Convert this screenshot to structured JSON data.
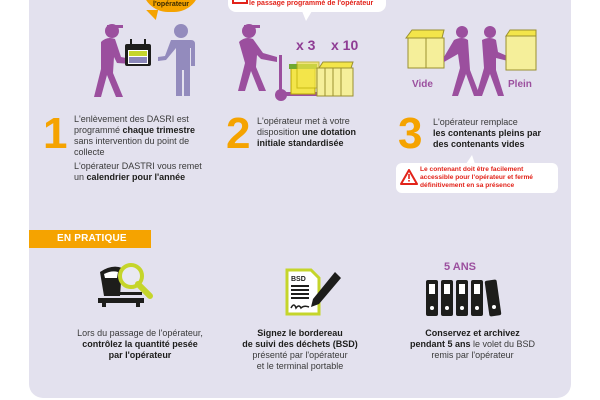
{
  "top_callouts": {
    "left_bubble": "l'opérateur",
    "right_bubble": "le passage programmé de l'opérateur"
  },
  "steps": [
    {
      "number": "1",
      "text_1a": "L'enlèvement des DASRI est",
      "text_1b": "programmé ",
      "text_1b_bold": "chaque trimestre",
      "text_1c": "sans intervention du point de",
      "text_1d": "collecte",
      "text_2a": "L'opérateur DASTRI vous remet",
      "text_2b": "un ",
      "text_2b_bold": "calendrier pour l'année"
    },
    {
      "number": "2",
      "text_a": "L'opérateur met à votre",
      "text_b": "disposition ",
      "text_b_bold": "une dotation",
      "text_c_bold": "initiale standardisée",
      "qty_small": "x 3",
      "qty_large": "x 10"
    },
    {
      "number": "3",
      "text_a": "L'opérateur remplace",
      "text_b_bold": "les contenants pleins par",
      "text_c_bold": "des contenants vides",
      "label_empty": "Vide",
      "label_full": "Plein",
      "warning_1": "Le contenant doit être facilement",
      "warning_2": "accessible pour l'opérateur et fermé",
      "warning_3": "définitivement en sa présence"
    }
  ],
  "practice": {
    "banner": "EN PRATIQUE",
    "items": [
      {
        "icon": "scale-magnifier-icon",
        "line1": "Lors du passage de l'opérateur,",
        "line2_bold": "contrôlez la quantité pesée",
        "line3_bold": "par l'opérateur"
      },
      {
        "icon": "bsd-sign-icon",
        "doc_label": "BSD",
        "line1_bold": "Signez le bordereau",
        "line2_bold": "de suivi des déchets (BSD)",
        "line3": "présenté par l'opérateur",
        "line4": "et le terminal portable"
      },
      {
        "icon": "binders-icon",
        "heading": "5 ANS",
        "line1_bold": "Conservez et archivez",
        "line2_bold": "pendant 5 ans",
        "line2": " le volet du BSD",
        "line3": "remis par l'opérateur"
      }
    ]
  },
  "colors": {
    "panel_bg": "#e3e1ee",
    "accent_orange": "#f5a300",
    "purple": "#9b4f9e",
    "lavender": "#938bbd",
    "warning_red": "#e2231a",
    "lime": "#c5d52b",
    "yellow_bin": "#f3e54a"
  }
}
